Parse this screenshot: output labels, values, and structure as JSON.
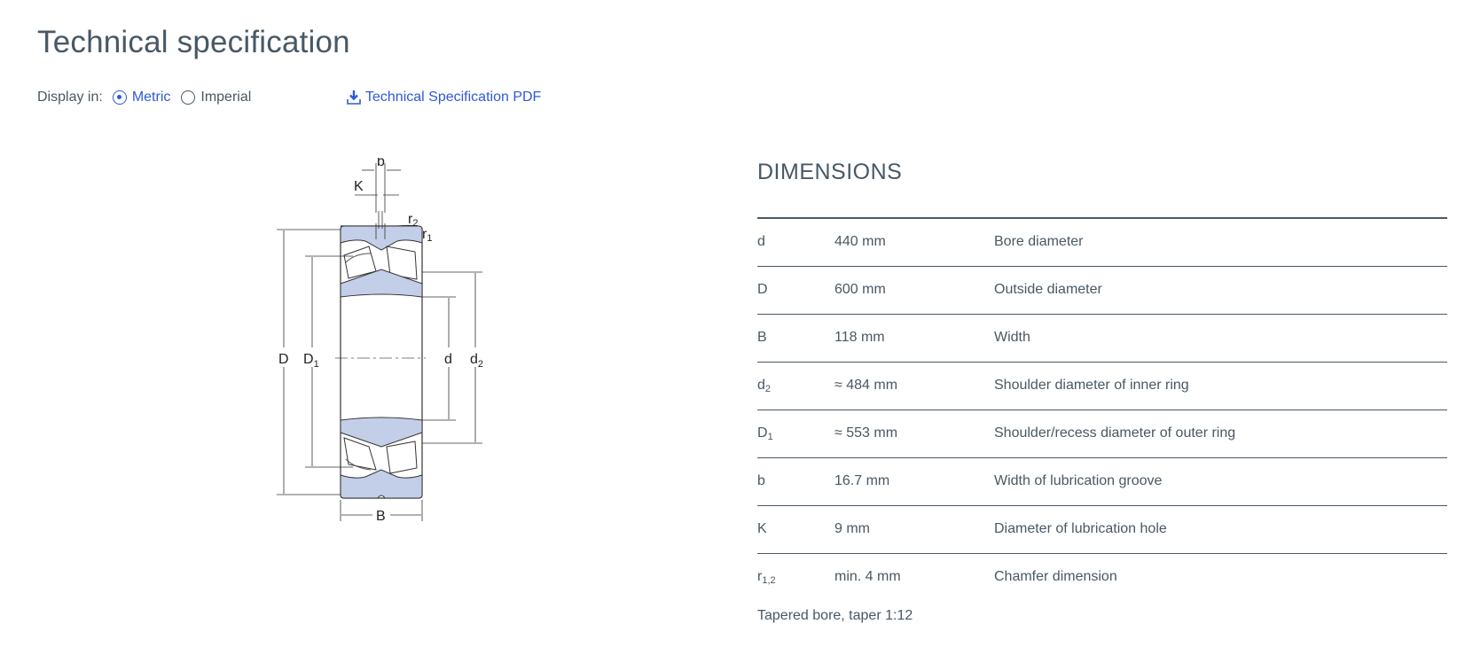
{
  "page": {
    "title": "Technical specification"
  },
  "display": {
    "label": "Display in:",
    "options": [
      {
        "label": "Metric",
        "selected": true
      },
      {
        "label": "Imperial",
        "selected": false
      }
    ],
    "pdf_link_label": "Technical Specification PDF"
  },
  "diagram": {
    "labels": {
      "b": "b",
      "K": "K",
      "r2_base": "r",
      "r2_sub": "2",
      "r1_base": "r",
      "r1_sub": "1",
      "D": "D",
      "D1_base": "D",
      "D1_sub": "1",
      "d": "d",
      "d2_base": "d",
      "d2_sub": "2",
      "B": "B"
    }
  },
  "dimensions": {
    "title": "DIMENSIONS",
    "rows": [
      {
        "symbol": "d",
        "sub": "",
        "value": "440 mm",
        "description": "Bore diameter"
      },
      {
        "symbol": "D",
        "sub": "",
        "value": "600 mm",
        "description": "Outside diameter"
      },
      {
        "symbol": "B",
        "sub": "",
        "value": "118 mm",
        "description": "Width"
      },
      {
        "symbol": "d",
        "sub": "2",
        "value": "≈ 484 mm",
        "description": "Shoulder diameter of inner ring"
      },
      {
        "symbol": "D",
        "sub": "1",
        "value": "≈ 553 mm",
        "description": "Shoulder/recess diameter of outer ring"
      },
      {
        "symbol": "b",
        "sub": "",
        "value": "16.7 mm",
        "description": "Width of lubrication groove"
      },
      {
        "symbol": "K",
        "sub": "",
        "value": "9 mm",
        "description": "Diameter of lubrication hole"
      },
      {
        "symbol": "r",
        "sub": "1,2",
        "value": "min. 4 mm",
        "description": "Chamfer dimension"
      }
    ],
    "footnote": "Tapered bore, taper 1:12"
  },
  "colors": {
    "text": "#485865",
    "link": "#2e5ad6",
    "bearing_fill": "#c3cfe8"
  }
}
